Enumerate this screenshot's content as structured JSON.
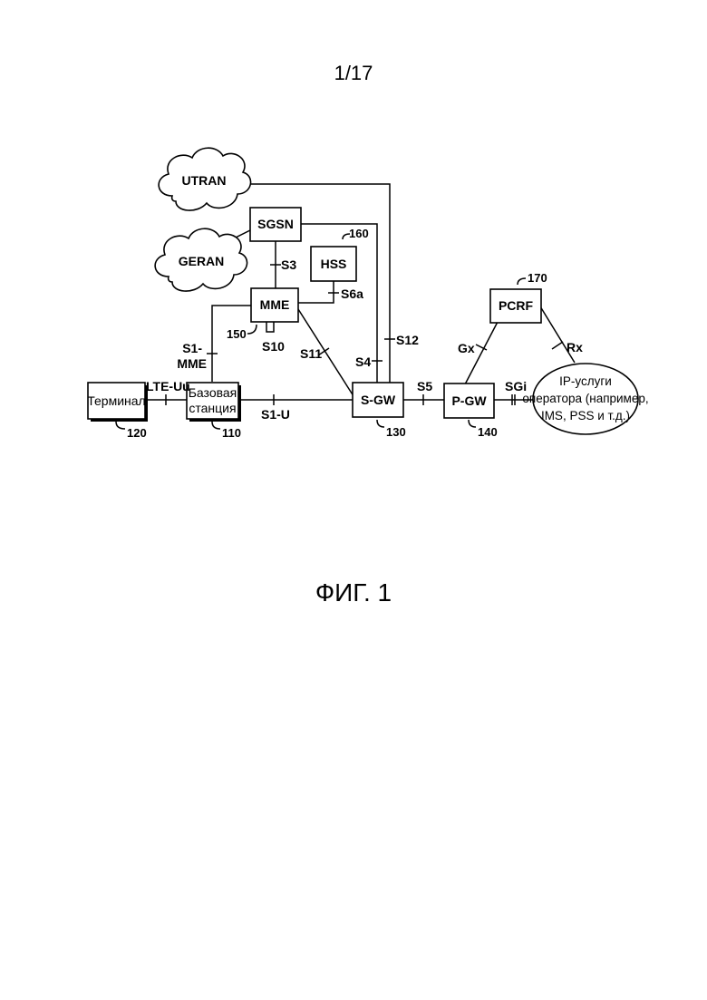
{
  "page_number": "1/17",
  "figure_caption": "ФИГ. 1",
  "nodes": {
    "utran": "UTRAN",
    "geran": "GERAN",
    "sgsn": "SGSN",
    "hss": "HSS",
    "mme": "MME",
    "pcrf": "PCRF",
    "terminal": "Терминал",
    "base_station_line1": "Базовая",
    "base_station_line2": "станция",
    "sgw": "S-GW",
    "pgw": "P-GW",
    "ip_services_line1": "IP-услуги",
    "ip_services_line2": "оператора (например,",
    "ip_services_line3": "IMS, PSS и т.д.)"
  },
  "references": {
    "hss": "160",
    "pcrf": "170",
    "mme": "150",
    "terminal": "120",
    "base_station": "110",
    "sgw": "130",
    "pgw": "140"
  },
  "interfaces": {
    "s3": "S3",
    "s6a": "S6a",
    "s10": "S10",
    "s1_mme_line1": "S1-",
    "s1_mme_line2": "MME",
    "s11": "S11",
    "s4": "S4",
    "s12": "S12",
    "lte_uu": "LTE-Uu",
    "s1_u": "S1-U",
    "s5": "S5",
    "sgi": "SGi",
    "gx": "Gx",
    "rx": "Rx"
  }
}
